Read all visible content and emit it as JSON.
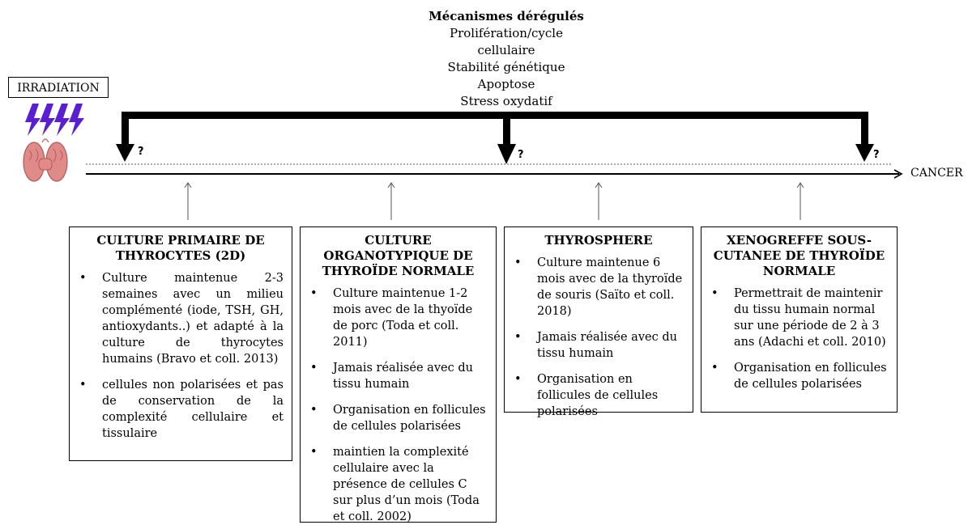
{
  "mechanisms": {
    "title": "Mécanismes dérégulés",
    "items": [
      "Prolifération/cycle",
      "cellulaire",
      "Stabilité génétique",
      "Apoptose",
      "Stress oxydatif"
    ]
  },
  "irradiation_label": "IRRADIATION",
  "cancer_label": "CANCER",
  "question_mark": "?",
  "icons": {
    "lightning": "lightning-bolt-icon",
    "thyroid": "thyroid-gland-icon",
    "lightning_color": "#5a1fd1",
    "thyroid_color": "#e08a8a"
  },
  "models": [
    {
      "title": "CULTURE PRIMAIRE DE THYROCYTES (2D)",
      "bullets": [
        "Culture maintenue 2-3 semaines avec un milieu complémenté (iode, TSH, GH, antioxydants..) et adapté à la culture de thyrocytes humains (Bravo et coll. 2013)",
        "cellules non polarisées et pas de conservation de la complexité cellulaire et tissulaire"
      ]
    },
    {
      "title": "CULTURE ORGANOTYPIQUE DE THYROÏDE NORMALE",
      "bullets": [
        "Culture maintenue 1-2 mois avec de la thyoïde de porc (Toda et coll. 2011)",
        "Jamais réalisée avec du tissu humain",
        "Organisation en follicules de cellules polarisées",
        "maintien la complexité cellulaire avec la présence de cellules C sur plus d’un mois (Toda et coll. 2002)"
      ]
    },
    {
      "title": "THYROSPHERE",
      "bullets": [
        "Culture maintenue 6 mois avec de la thyroïde de souris (Saïto et coll. 2018)",
        "Jamais réalisée avec du tissu humain",
        "Organisation en follicules de cellules polarisées"
      ]
    },
    {
      "title": "XENOGREFFE SOUS-CUTANEE DE THYROÏDE NORMALE",
      "bullets": [
        "Permettrait de maintenir du tissu humain normal sur une période de 2 à 3 ans (Adachi et coll. 2010)",
        "Organisation en follicules de cellules polarisées"
      ]
    }
  ]
}
